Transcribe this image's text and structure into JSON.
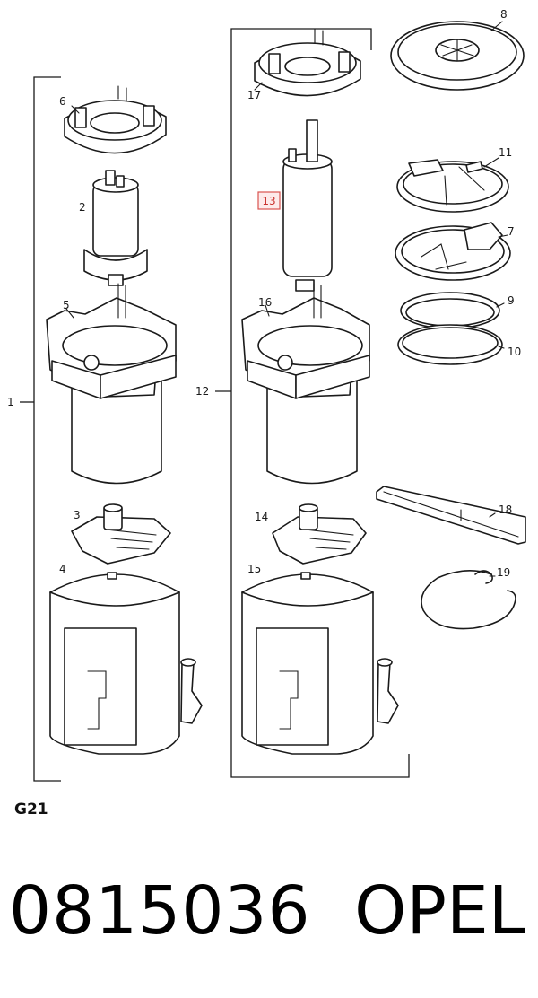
{
  "diagram": {
    "section_code": "G21",
    "highlight_index": "13",
    "labels": {
      "l1": "1",
      "l2": "2",
      "l3": "3",
      "l4": "4",
      "l5": "5",
      "l6": "6",
      "l7": "7",
      "l8": "8",
      "l9": "9",
      "l10": "10",
      "l11": "11",
      "l12": "12",
      "l14": "14",
      "l15": "15",
      "l16": "16",
      "l17": "17",
      "l18": "18",
      "l19": "19"
    }
  },
  "footer": {
    "part_number": "0815036",
    "brand": "OPEL"
  }
}
